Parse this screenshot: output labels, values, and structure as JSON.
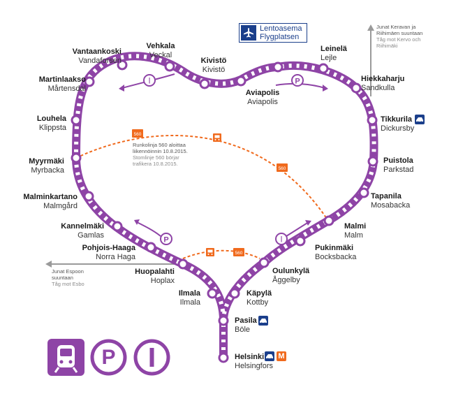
{
  "stations": [
    {
      "id": "vantaankoski",
      "fi": "Vantaankoski",
      "sv": "Vandaforsen"
    },
    {
      "id": "vehkala",
      "fi": "Vehkala",
      "sv": "Veckal"
    },
    {
      "id": "kivisto",
      "fi": "Kivistö",
      "sv": "Kivistö"
    },
    {
      "id": "aviapolis",
      "fi": "Aviapolis",
      "sv": "Aviapolis"
    },
    {
      "id": "lentoasema",
      "fi": "Lentoasema",
      "sv": "Flygplatsen"
    },
    {
      "id": "leinela",
      "fi": "Leinelä",
      "sv": "Lejle"
    },
    {
      "id": "hiekkaharju",
      "fi": "Hiekkaharju",
      "sv": "Sandkulla"
    },
    {
      "id": "martinlaakso",
      "fi": "Martinlaakso",
      "sv": "Mårtensdal"
    },
    {
      "id": "louhela",
      "fi": "Louhela",
      "sv": "Klippsta"
    },
    {
      "id": "tikkurila",
      "fi": "Tikkurila",
      "sv": "Dickursby"
    },
    {
      "id": "myyrmaki",
      "fi": "Myyrmäki",
      "sv": "Myrbacka"
    },
    {
      "id": "puistola",
      "fi": "Puistola",
      "sv": "Parkstad"
    },
    {
      "id": "malminkartano",
      "fi": "Malminkartano",
      "sv": "Malmgård"
    },
    {
      "id": "tapanila",
      "fi": "Tapanila",
      "sv": "Mosabacka"
    },
    {
      "id": "kannelmaki",
      "fi": "Kannelmäki",
      "sv": "Gamlas"
    },
    {
      "id": "malmi",
      "fi": "Malmi",
      "sv": "Malm"
    },
    {
      "id": "pohjois_haaga",
      "fi": "Pohjois-Haaga",
      "sv": "Norra Haga"
    },
    {
      "id": "pukinmaki",
      "fi": "Pukinmäki",
      "sv": "Bocksbacka"
    },
    {
      "id": "huopalahti",
      "fi": "Huopalahti",
      "sv": "Hoplax"
    },
    {
      "id": "oulunkyla",
      "fi": "Oulunkylä",
      "sv": "Åggelby"
    },
    {
      "id": "ilmala",
      "fi": "Ilmala",
      "sv": "Ilmala"
    },
    {
      "id": "kapyla",
      "fi": "Käpylä",
      "sv": "Kottby"
    },
    {
      "id": "pasila",
      "fi": "Pasila",
      "sv": "Böle"
    },
    {
      "id": "helsinki",
      "fi": "Helsinki",
      "sv": "Helsingfors"
    }
  ],
  "notes": {
    "kerava_fi_1": "Junat Keravan ja",
    "kerava_fi_2": "Riihimäen suuntaan",
    "kerava_sv_1": "Tåg mot Kervo och",
    "kerava_sv_2": "Riihimäki",
    "espoo_fi_1": "Junat Espoon",
    "espoo_fi_2": "suuntaan",
    "espoo_sv": "Tåg mot Esbo",
    "bus_fi_1": "Runkolinja 560 aloittaa",
    "bus_fi_2": "liikennöinnin 10.8.2015.",
    "bus_sv_1": "Stomlinje 560 börjar",
    "bus_sv_2": "trafikera 10.8.2015."
  },
  "bus_line": "560",
  "metro_symbol": "M",
  "direction_letters": {
    "inner": "I",
    "outer": "P"
  },
  "colors": {
    "line": "#8e44a6",
    "bus": "#f06a1d",
    "train_badge": "#1b3f8b",
    "arrow": "#9a9a9a"
  },
  "icons": [
    "airplane-icon",
    "train-icon",
    "metro-icon",
    "bus-icon",
    "train-front-icon"
  ]
}
